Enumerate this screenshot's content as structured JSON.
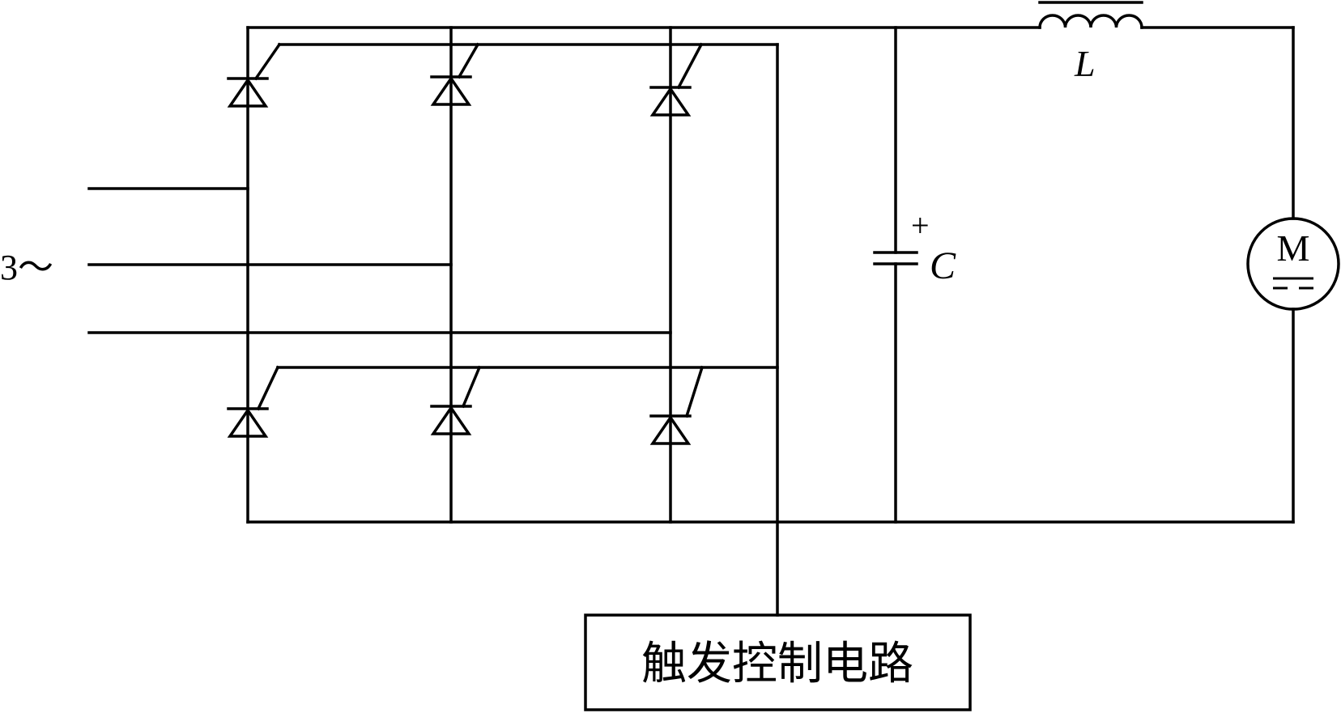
{
  "diagram": {
    "source_label": "3～",
    "inductor_label": "L",
    "capacitor_label": "C",
    "capacitor_polarity": "+",
    "motor_label": "M",
    "control_block_label": "触发控制电路",
    "colors": {
      "line": "#000000",
      "background": "#ffffff"
    }
  }
}
